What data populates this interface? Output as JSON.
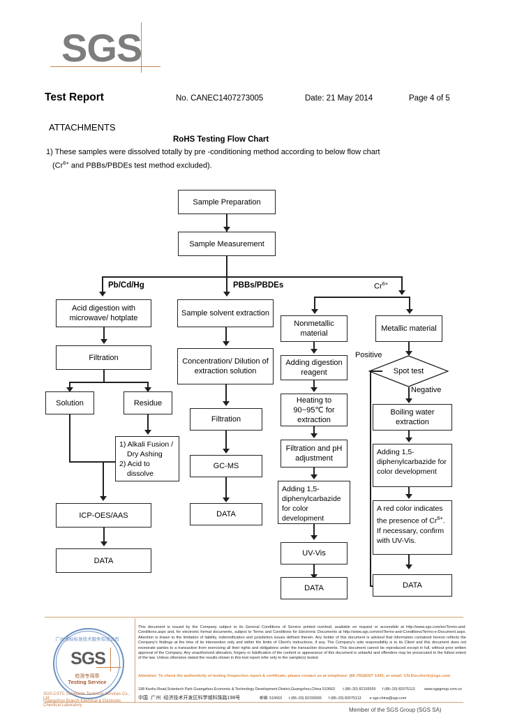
{
  "header": {
    "logo_text": "SGS",
    "title": "Test Report",
    "report_no": "No. CANEC1407273005",
    "date": "Date: 21 May 2014",
    "page": "Page 4 of 5"
  },
  "body": {
    "attachments_heading": "ATTACHMENTS",
    "flow_title": "RoHS Testing Flow Chart",
    "note_line1": "1) These samples were dissolved totally by pre -conditioning method according to below flow chart",
    "note_line2_a": "(Cr",
    "note_line2_sup": "6+",
    "note_line2_b": " and PBBs/PBDEs  test method excluded)."
  },
  "flow": {
    "branch_labels": {
      "pb_cd_hg": "Pb/Cd/Hg",
      "pbbs_pbdes": "PBBs/PBDEs",
      "cr6_a": "Cr",
      "cr6_sup": "6+"
    },
    "decision_labels": {
      "positive": "Positive",
      "negative": "Negative"
    },
    "nodes": {
      "sample_preparation": "Sample Preparation",
      "sample_measurement": "Sample Measurement",
      "acid_digestion": "Acid digestion with microwave/ hotplate",
      "filtration_left": "Filtration",
      "solution": "Solution",
      "residue": "Residue",
      "alkali_fusion": "1) Alkali Fusion / Dry Ashing\n2) Acid to dissolve",
      "icp_oes_aas": "ICP-OES/AAS",
      "data_left": "DATA",
      "sample_solvent_extraction": "Sample solvent extraction",
      "concentration_dilution": "Concentration/ Dilution of extraction solution",
      "filtration_mid": "Filtration",
      "gc_ms": "GC-MS",
      "data_mid": "DATA",
      "nonmetallic_material": "Nonmetallic material",
      "adding_digestion_reagent": "Adding digestion reagent",
      "heating": "Heating to 90~95℃ for extraction",
      "filtration_ph": "Filtration and pH adjustment",
      "adding_dpc_nonmetal": "Adding 1,5-diphenylcarbazide for color development",
      "uv_vis": "UV-Vis",
      "data_nonmetal": "DATA",
      "metallic_material": "Metallic material",
      "spot_test": "Spot test",
      "boiling_water": "Boiling water extraction",
      "adding_dpc_metal": "Adding 1,5-diphenylcarbazide for color development",
      "red_color_a": "A red color indicates the presence of Cr",
      "red_color_sup": "6+",
      "red_color_b": ". If necessary, confirm with UV-Vis.",
      "data_metal": "DATA"
    },
    "alkali_lines": [
      "1) Alkali Fusion /",
      "Dry Ashing",
      "2) Acid to",
      "dissolve"
    ]
  },
  "footer": {
    "seal": {
      "arc_text": "广州通标标准技术服务有限公司",
      "sgs": "SGS",
      "cn_label": "检测专用章",
      "en_label": "Testing Service",
      "line1": "SGS-CSTC Standards Technical Services Co., Ltd.",
      "line2": "Guangzhou Branch Electrical & Electronic Chemical Laboratory"
    },
    "disclaimer": "This document is issued by the Company subject to its General Conditions of Service printed overleaf, available on request or accessible at http://www.sgs.com/en/Terms-and-Conditions.aspx and, for electronic format documents, subject to Terms and Conditions for Electronic Documents at http://www.sgs.com/en/Terms-and-Conditions/Terms-e-Document.aspx. Attention is drawn to the limitation of liability, indemnification and jurisdiction issues defined therein. Any holder of this document is advised that information contained hereon reflects the Company's findings at the time of its intervention only and within the limits of Client's instructions, if any. The Company's sole responsibility is to its Client and this document does not exonerate parties to a transaction from exercising all their rights and obligations under the transaction documents. This document cannot be reproduced except in full, without prior written approval of the Company. Any unauthorized alteration, forgery or falsification of the content or appearance of this document is unlawful and offenders may be prosecuted to the fullest extent of the law. Unless otherwise stated the results shown in this test report refer only to the sample(s) tested.",
    "attention": "Attention: To check the authenticity of testing /inspection report & certificate, please contact us at telephone: (86-755)8307 1443, or email: CN.Doccheck@sgs.com",
    "address_en": "198 Kezhu Road,Scientech Park Guangzhou Economic & Technology Development District,Guangzhou,China  510663",
    "address_en_tel": "t (86–20) 82155555",
    "address_en_fax": "f (86–20) 82075113",
    "address_en_web": "www.sgsgroup.com.cn",
    "address_cn": "中国 ·广州 ·经济技术开发区科学城科珠路198号",
    "address_cn_zip": "邮编: 510663",
    "address_cn_tel": "t (86–20) 82155555",
    "address_cn_fax": "f (86–20) 82075113",
    "address_cn_mail": "e sgs.china@sgs.com",
    "member": "Member of the SGS Group (SGS SA)"
  }
}
